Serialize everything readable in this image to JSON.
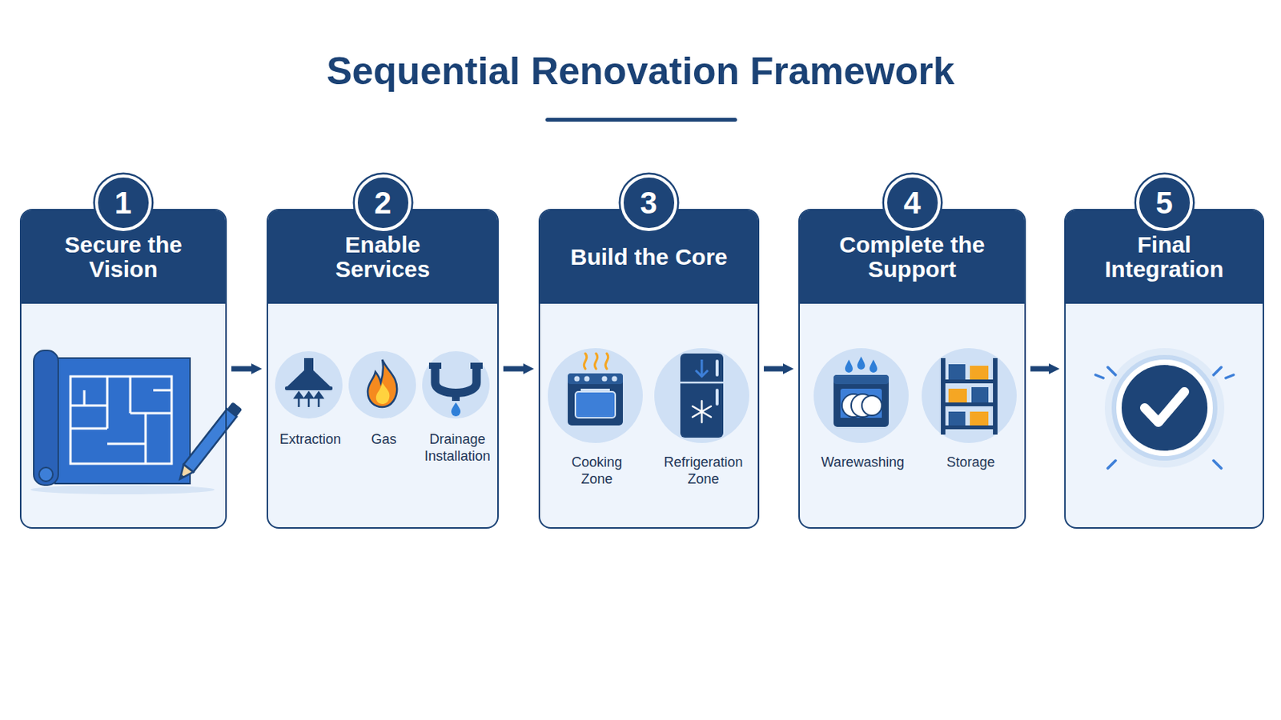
{
  "diagram": {
    "title": "Sequential Renovation Framework",
    "nodes": [
      {
        "text": [
          "Secure the Vision"
        ]
      },
      {
        "text": [
          "1"
        ],
        "in": 0
      },
      {
        "text": [
          "Enable Services",
          "Extraction",
          "Gas",
          "Drainage Installation"
        ]
      },
      {
        "text": [
          "2"
        ],
        "in": 2
      },
      {
        "text": [
          "Build the Core",
          "Cooking Zone",
          "Refrigeration Zone"
        ]
      },
      {
        "text": [
          "3"
        ],
        "in": 4
      },
      {
        "text": [
          "Complete the Support",
          "Warewashing",
          "Storage"
        ]
      },
      {
        "text": [
          "4"
        ],
        "in": 6
      },
      {
        "text": [
          "Final Integration"
        ]
      },
      {
        "text": [
          "5"
        ],
        "in": 8
      }
    ],
    "edges": [
      {
        "from": 0,
        "to": 2,
        "arrow": "to"
      },
      {
        "from": 2,
        "to": 4,
        "arrow": "to"
      },
      {
        "from": 4,
        "to": 6,
        "arrow": "to"
      },
      {
        "from": 6,
        "to": 8,
        "arrow": "to"
      }
    ]
  }
}
